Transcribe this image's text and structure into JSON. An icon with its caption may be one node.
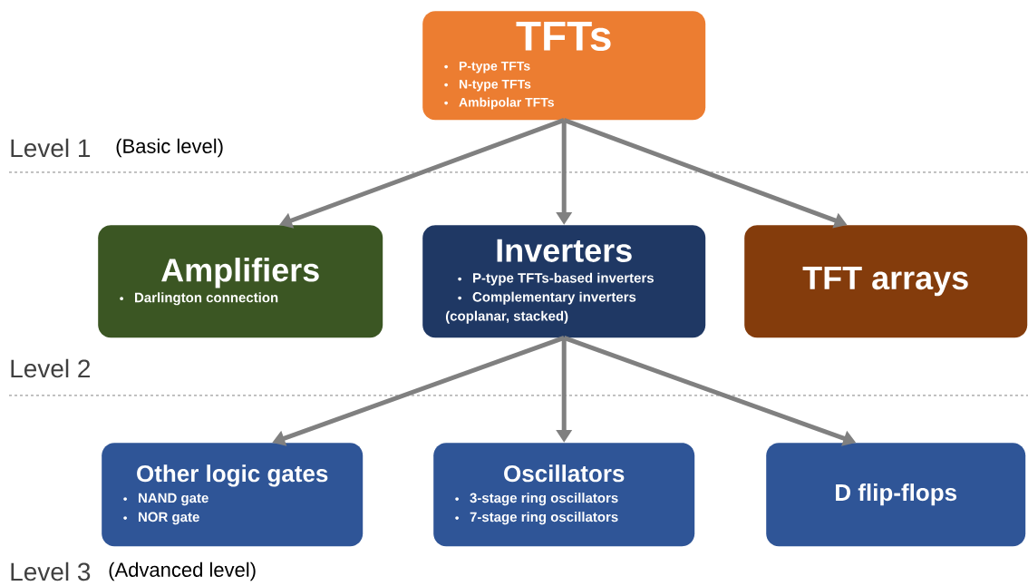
{
  "diagram": {
    "nodes": [
      {
        "text": [
          "TFTs",
          "P-type TFTs",
          "N-type TFTs",
          "Ambipolar TFTs"
        ]
      },
      {
        "text": [
          "Amplifiers",
          "Darlington connection"
        ]
      },
      {
        "text": [
          "Inverters",
          "P-type TFTs-based inverters",
          "Complementary inverters (coplanar, stacked)"
        ]
      },
      {
        "text": [
          "TFT arrays"
        ]
      },
      {
        "text": [
          "Other logic gates",
          "NAND gate",
          "NOR gate"
        ]
      },
      {
        "text": [
          "Oscillators",
          "3-stage ring oscillators",
          "7-stage ring oscillators"
        ]
      },
      {
        "text": [
          "D flip-flops"
        ]
      }
    ],
    "edges": [
      {
        "from": 0,
        "to": 1,
        "arrow": "to"
      },
      {
        "from": 0,
        "to": 2,
        "arrow": "to"
      },
      {
        "from": 0,
        "to": 3,
        "arrow": "to"
      },
      {
        "from": 2,
        "to": 4,
        "arrow": "to"
      },
      {
        "from": 2,
        "to": 5,
        "arrow": "to"
      },
      {
        "from": 2,
        "to": 6,
        "arrow": "to"
      }
    ],
    "labels": [
      "Level 1",
      "(Basic level)",
      "Level 2",
      "Level 3",
      "(Advanced level)"
    ]
  }
}
